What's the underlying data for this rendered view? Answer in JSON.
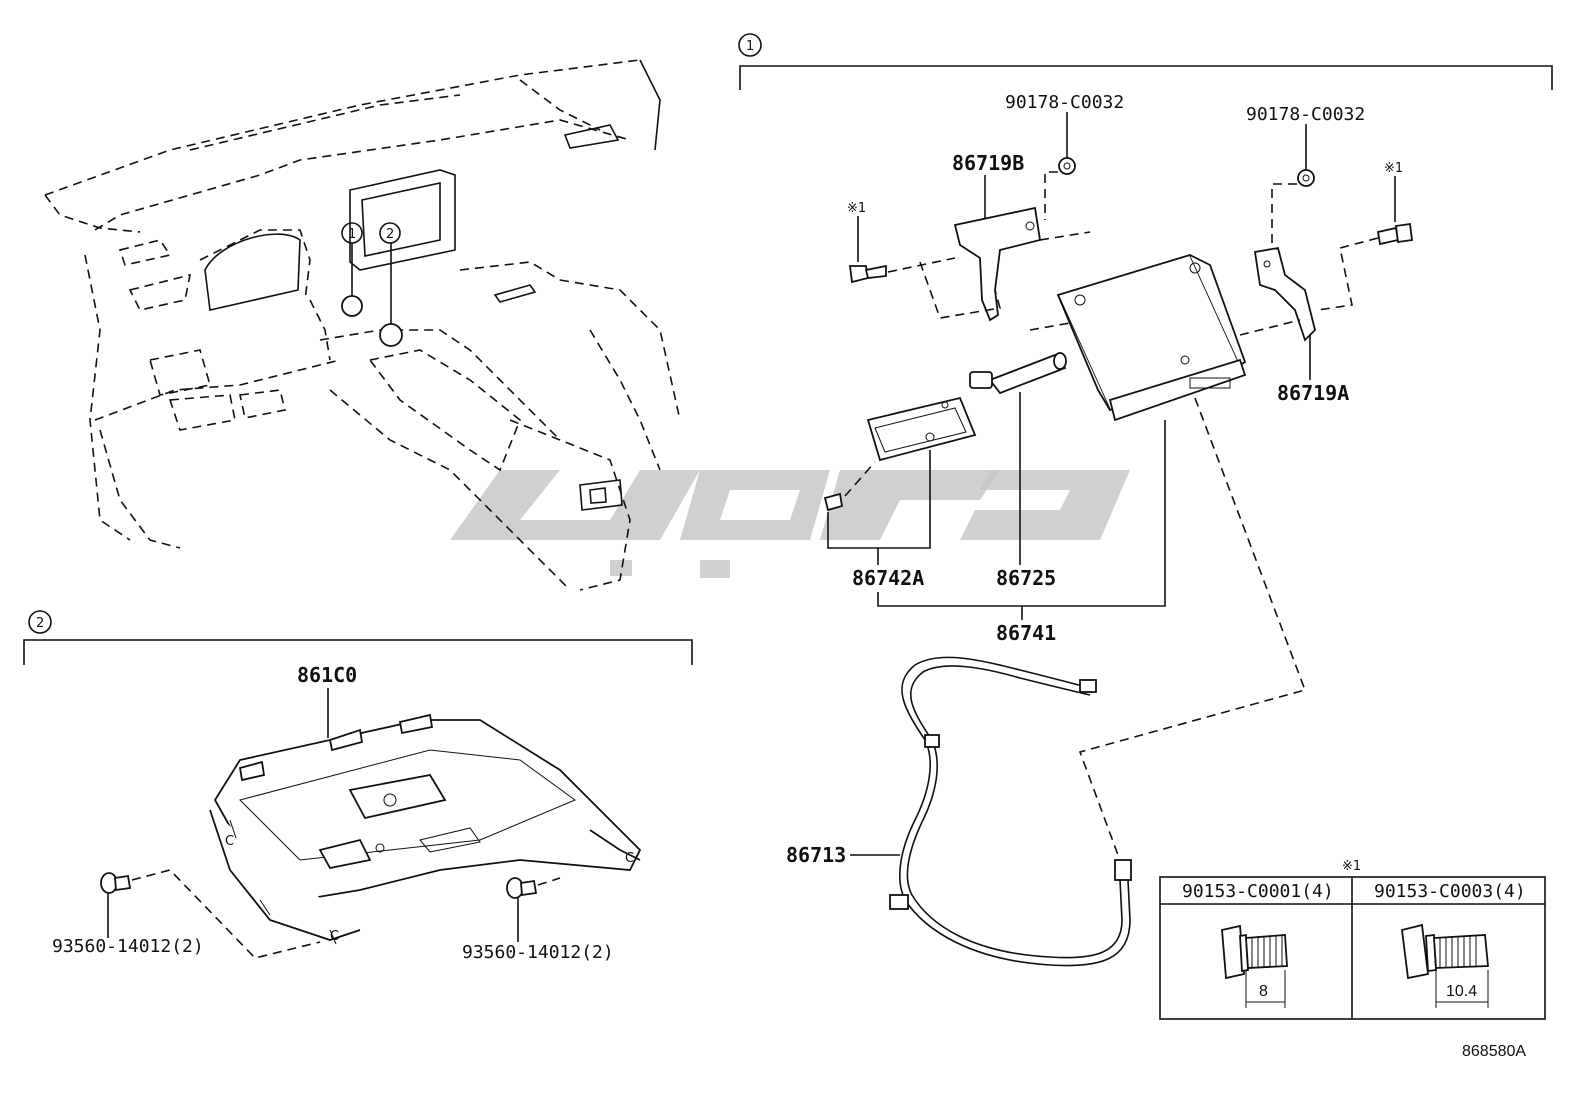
{
  "callouts": {
    "one": "1",
    "two": "2"
  },
  "section1": {
    "labels": {
      "nut_left": "90178-C0032",
      "nut_right": "90178-C0032",
      "bracket_b": "86719B",
      "bracket_a": "86719A",
      "bolt_left": "※1",
      "bolt_right": "※1",
      "cover": "86742A",
      "antenna": "86725",
      "assembly": "86741",
      "cable": "86713"
    }
  },
  "section2": {
    "labels": {
      "panel": "861C0",
      "clip_left": "93560-14012(2)",
      "clip_right": "93560-14012(2)"
    }
  },
  "fastener_table": {
    "title": "※1",
    "columns": [
      "90153-C0001(4)",
      "90153-C0003(4)"
    ],
    "dims": [
      "8",
      "10.4"
    ]
  },
  "diagram_code": "868580A",
  "colors": {
    "line": "#111111",
    "watermark": "#c8c8c8"
  }
}
